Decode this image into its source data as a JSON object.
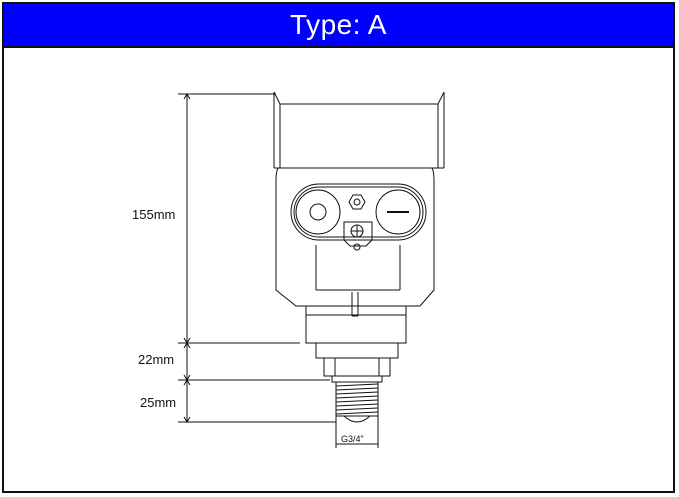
{
  "header": {
    "title": "Type: A"
  },
  "dimensions": {
    "total_height": "155mm",
    "middle_height": "22mm",
    "thread_height": "25mm",
    "thread_size": "G3/4\""
  },
  "colors": {
    "title_background": "#0000ff",
    "title_text": "#ffffff",
    "line": "#111111"
  }
}
